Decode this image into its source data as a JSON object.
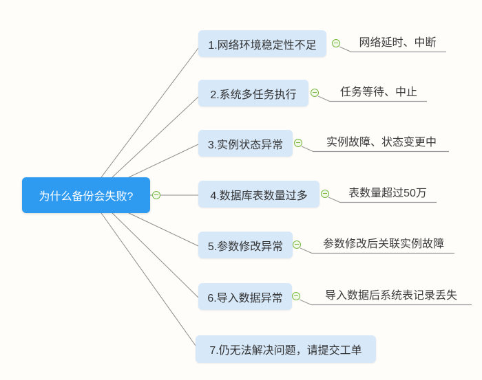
{
  "root": {
    "label": "为什么备份会失败?"
  },
  "branches": [
    {
      "label": "1.网络环境稳定性不足",
      "leaf": "网络延时、中断"
    },
    {
      "label": "2.系统多任务执行",
      "leaf": "任务等待、中止"
    },
    {
      "label": "3.实例状态异常",
      "leaf": "实例故障、状态变更中"
    },
    {
      "label": "4.数据库表数量过多",
      "leaf": "表数量超过50万"
    },
    {
      "label": "5.参数修改异常",
      "leaf": "参数修改后关联实例故障"
    },
    {
      "label": "6.导入数据异常",
      "leaf": "导入数据后系统表记录丢失"
    },
    {
      "label": "7.仍无法解决问题，请提交工单"
    }
  ],
  "icons": {
    "collapse_glyph": "minus"
  },
  "colors": {
    "root_fill": "#2e9af0",
    "root_text": "#ffffff",
    "branch_fill": "#d7e8f9",
    "branch_text": "#333333",
    "connector_line": "#8c8c8c",
    "leaf_underline": "#9a9a9a",
    "collapse_icon_green": "#76b73f",
    "canvas_background": "#fffdfa"
  }
}
